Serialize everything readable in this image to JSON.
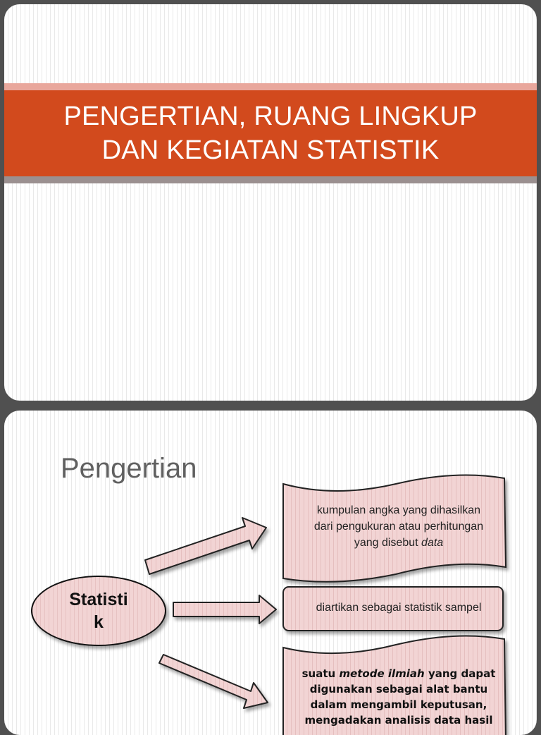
{
  "slide1": {
    "title_line1": "PENGERTIAN, RUANG LINGKUP",
    "title_line2": "DAN KEGIATAN STATISTIK"
  },
  "slide2": {
    "heading": "Pengertian",
    "center_node": {
      "line1": "Statisti",
      "line2": "k"
    },
    "box1": {
      "line1": "kumpulan angka yang dihasilkan",
      "line2": "dari pengukuran atau perhitungan",
      "line3_prefix": "yang disebut ",
      "line3_italic": "data"
    },
    "box2": {
      "text": "diartikan sebagai statistik sampel"
    },
    "box3": {
      "line1_prefix": "suatu ",
      "line1_italic": "metode ilmiah",
      "line1_suffix": " yang dapat",
      "line2": "digunakan sebagai alat bantu",
      "line3": "dalam mengambil keputusan,",
      "line4": "mengadakan analisis data hasil"
    }
  },
  "colors": {
    "title_band": "#d24a1d",
    "band_top": "#e9a79c",
    "band_bottom": "#9b9090",
    "shape_fill": "#f2d4d4",
    "heading": "#606060"
  }
}
